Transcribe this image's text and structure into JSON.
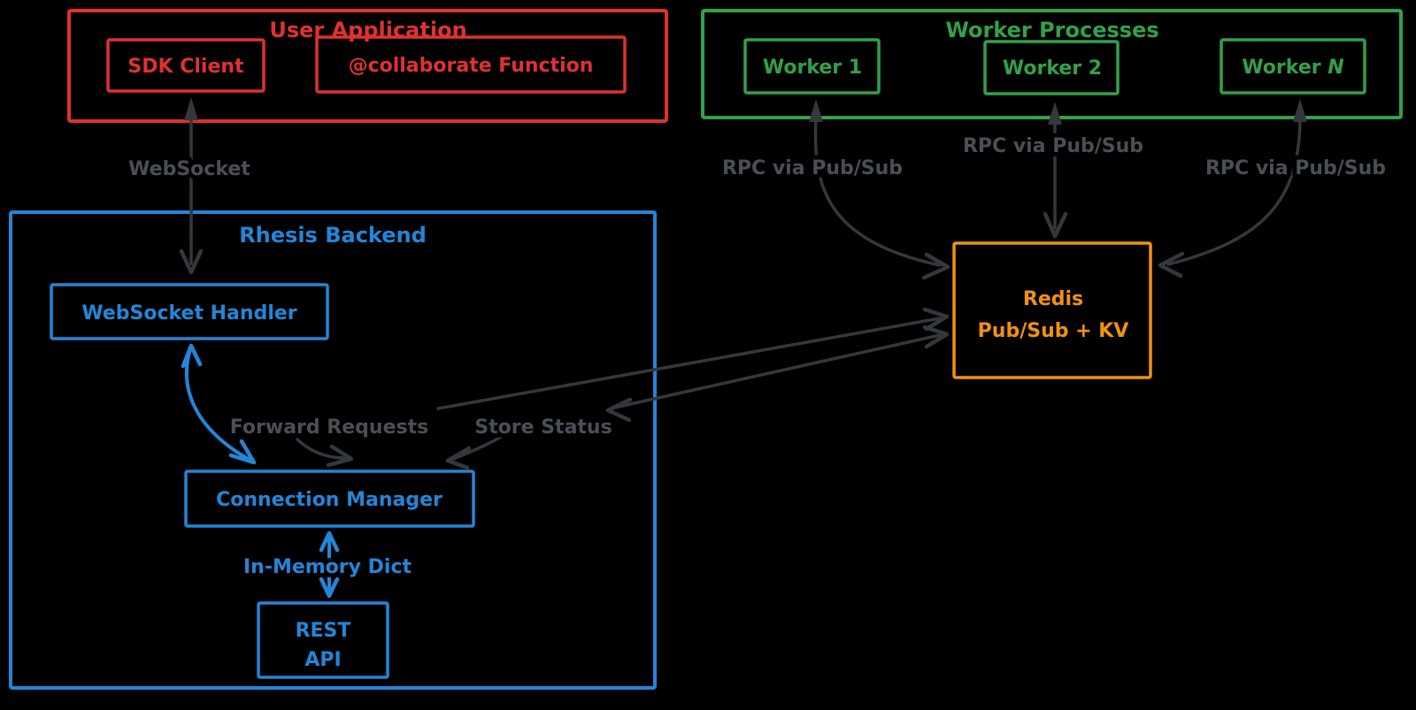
{
  "colors": {
    "background": "#000000",
    "red": "#e03131",
    "green": "#33a04a",
    "blue": "#2386d8",
    "orange": "#f2920e",
    "arrow": "#34383c",
    "label": "#4a4f55"
  },
  "containers": {
    "user_application": {
      "title": "User Application"
    },
    "worker_processes": {
      "title": "Worker Processes"
    },
    "rhesis_backend": {
      "title": "Rhesis Backend"
    }
  },
  "nodes": {
    "sdk_client": {
      "label": "SDK Client"
    },
    "collaborate_function": {
      "label": "@collaborate Function"
    },
    "worker_1": {
      "label": "Worker 1"
    },
    "worker_2": {
      "label": "Worker 2"
    },
    "worker_n": {
      "prefix": "Worker ",
      "suffix": "N"
    },
    "websocket_handler": {
      "label": "WebSocket Handler"
    },
    "connection_manager": {
      "label": "Connection Manager"
    },
    "rest_api": {
      "line1": "REST",
      "line2": "API"
    },
    "redis": {
      "line1": "Redis",
      "line2": "Pub/Sub + KV"
    }
  },
  "edges": {
    "websocket": {
      "label": "WebSocket"
    },
    "rpc_worker_1": {
      "label": "RPC via Pub/Sub"
    },
    "rpc_worker_2": {
      "label": "RPC via Pub/Sub"
    },
    "rpc_worker_n": {
      "label": "RPC via Pub/Sub"
    },
    "forward_requests": {
      "label": "Forward Requests"
    },
    "store_status": {
      "label": "Store Status"
    },
    "in_memory_dict": {
      "label": "In-Memory Dict"
    }
  }
}
